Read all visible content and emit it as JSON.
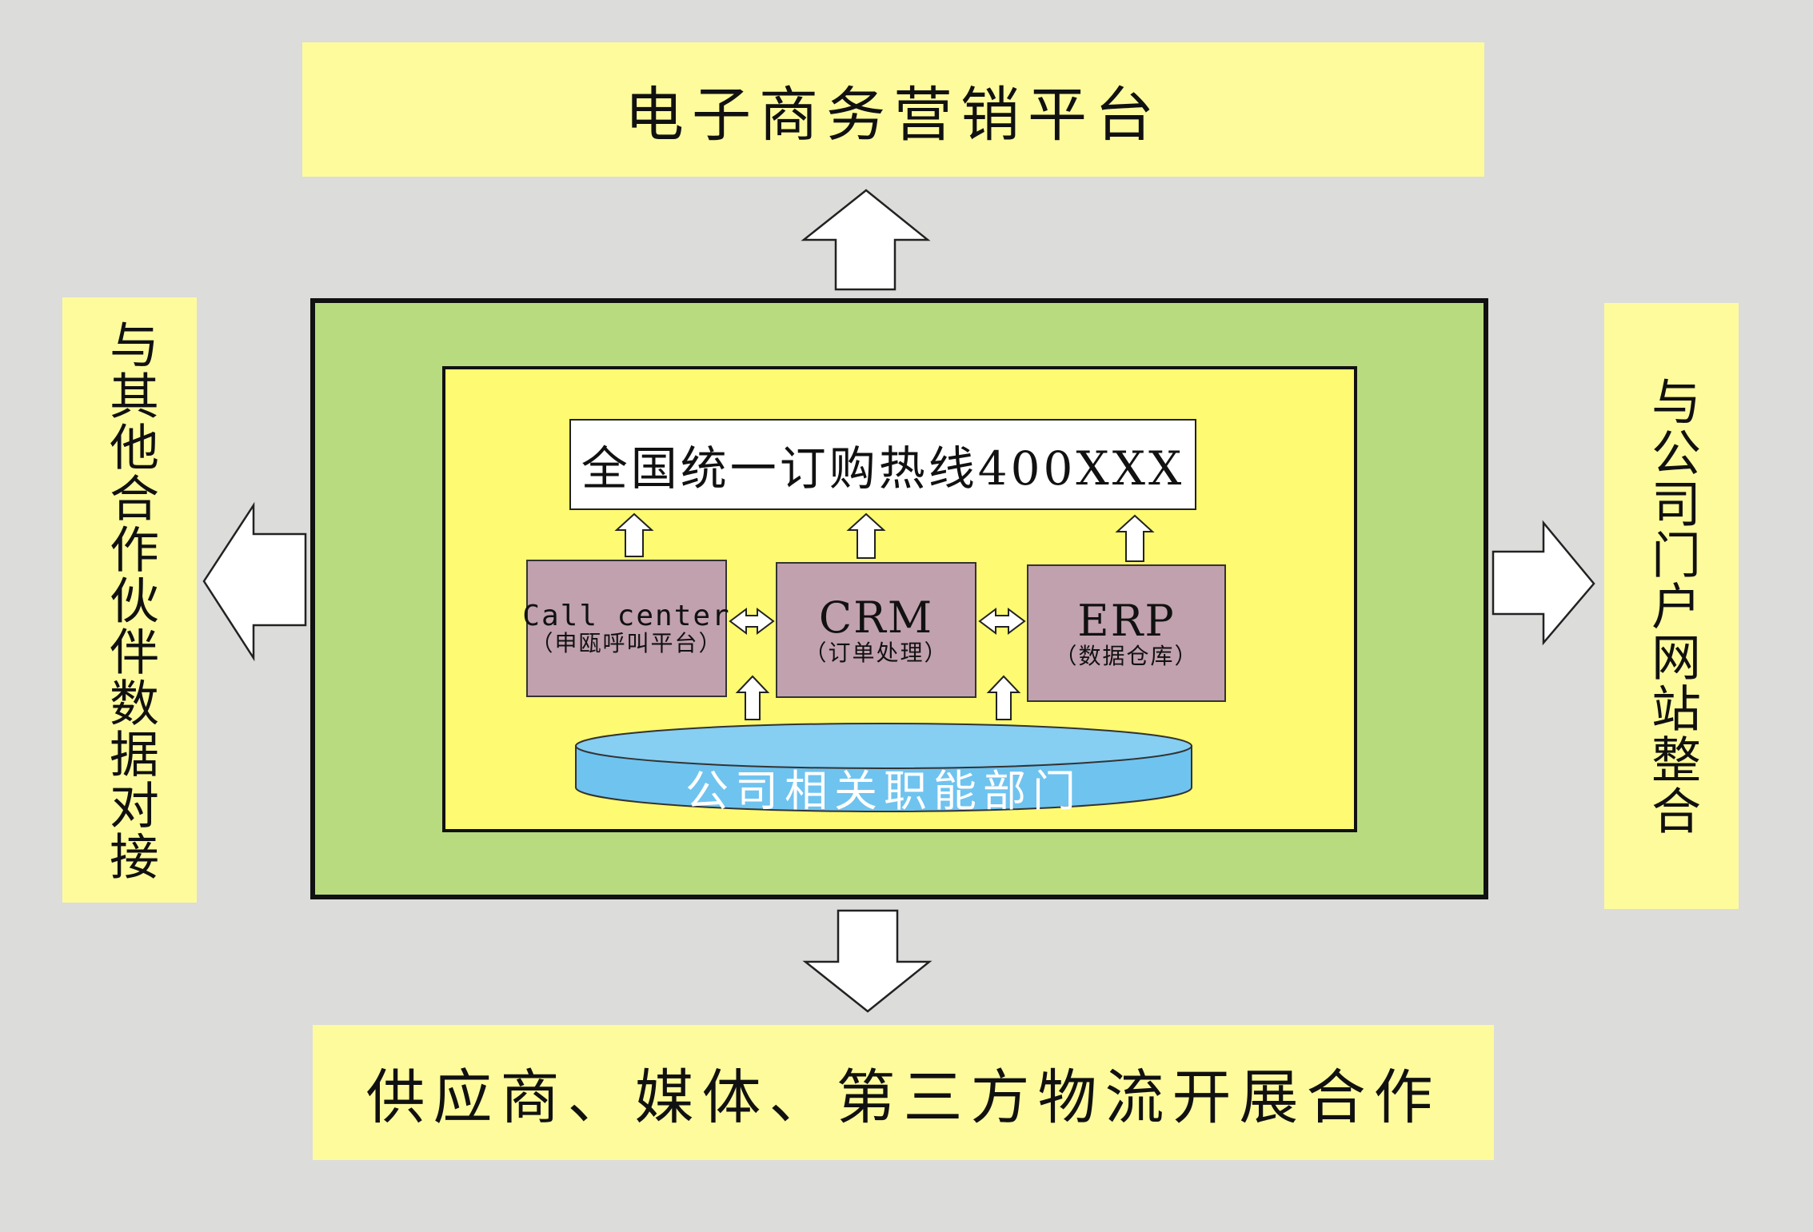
{
  "top_box": {
    "label": "电子商务营销平台"
  },
  "bottom_box": {
    "label": "供应商、媒体、第三方物流开展合作"
  },
  "left_box": {
    "label": "与其他合作伙伴数据对接"
  },
  "right_box": {
    "label": "与公司门户网站整合"
  },
  "hotline": {
    "label": "全国统一订购热线400XXX"
  },
  "systems": {
    "callcenter": {
      "title": "Call center",
      "subtitle": "（申瓯呼叫平台）"
    },
    "crm": {
      "title": "CRM",
      "subtitle": "（订单处理）"
    },
    "erp": {
      "title": "ERP",
      "subtitle": "（数据仓库）"
    }
  },
  "departments": {
    "label": "公司相关职能部门"
  },
  "colors": {
    "background": "#dcdcda",
    "side_boxes": "#fefb9d",
    "outer_frame": "#b8db7f",
    "inner_frame": "#fefa71",
    "system_boxes": "#c1a1ae",
    "departments_cylinder": "#6fc3ef"
  }
}
